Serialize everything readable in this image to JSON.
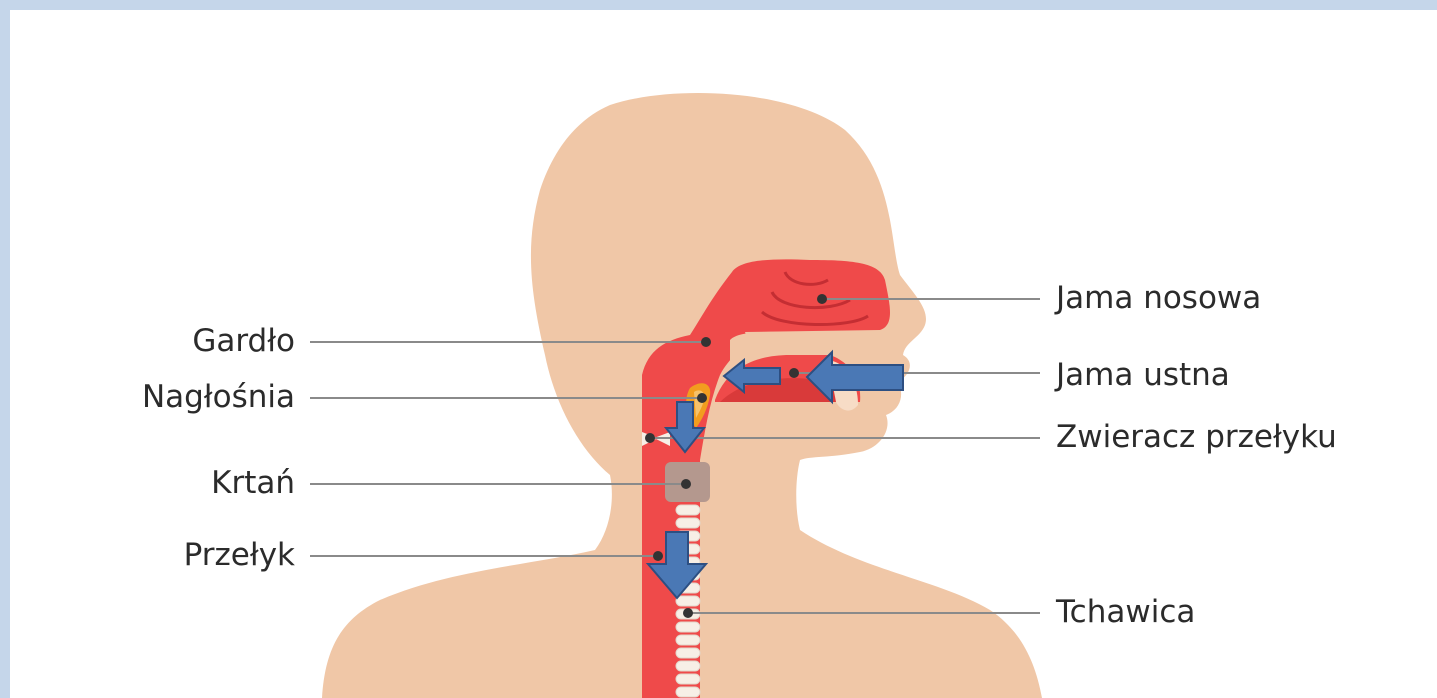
{
  "colors": {
    "background": "#c5d6ea",
    "skin": "#f0c7a7",
    "tract": "#ef4a4a",
    "tract_dark": "#d93a3a",
    "epiglottis": "#f29d1f",
    "larynx": "#b4988e",
    "trachea_ring": "#f7efe6",
    "leader_line": "#8a8a8a",
    "arrow_fill": "#4a78b5",
    "arrow_stroke": "#2d4f82"
  },
  "labels": {
    "left": [
      {
        "id": "gardlo",
        "text": "Gardło"
      },
      {
        "id": "naglosnia",
        "text": "Nagłośnia"
      },
      {
        "id": "krtan",
        "text": "Krtań"
      },
      {
        "id": "przelyk",
        "text": "Przełyk"
      }
    ],
    "right": [
      {
        "id": "jama_nosowa",
        "text": "Jama nosowa"
      },
      {
        "id": "jama_ustna",
        "text": "Jama ustna"
      },
      {
        "id": "zwieracz",
        "text": "Zwieracz przełyku"
      },
      {
        "id": "tchawica",
        "text": "Tchawica"
      }
    ]
  },
  "arrows": [
    {
      "name": "arrow-into-mouth",
      "direction": "left"
    },
    {
      "name": "arrow-mouth-to-pharynx",
      "direction": "left"
    },
    {
      "name": "arrow-pharynx-down",
      "direction": "down"
    },
    {
      "name": "arrow-esophagus-down",
      "direction": "down"
    }
  ]
}
